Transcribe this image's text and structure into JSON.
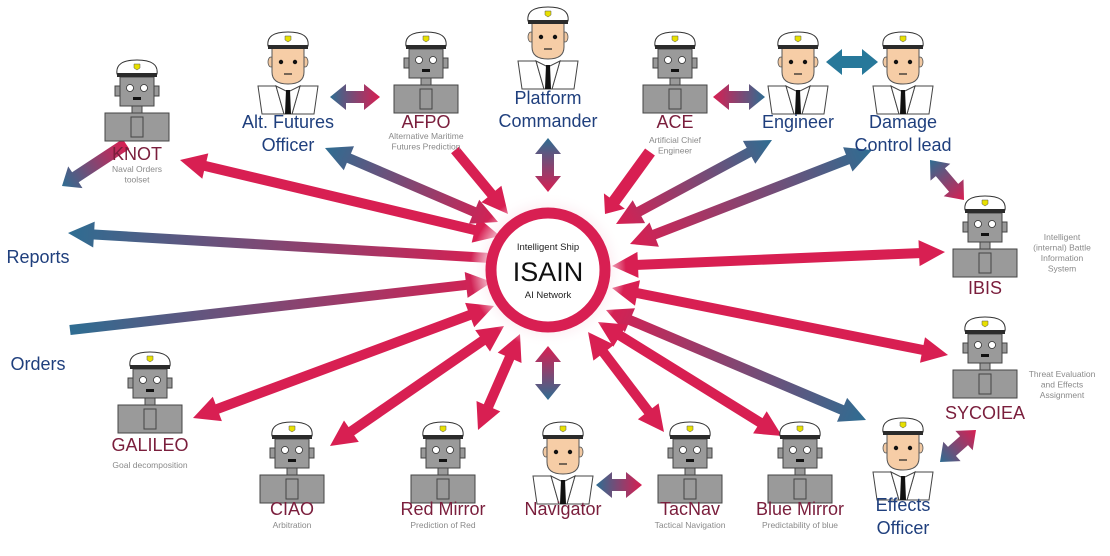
{
  "colors": {
    "crimson": "#d81f52",
    "blue": "#2e6d92",
    "teal": "#27789a",
    "robot_label": "#7a1e3c",
    "human_label": "#1f3f7d",
    "subtext": "#8a8a8a",
    "ring": "#d81f52"
  },
  "center": {
    "title_small": "Intelligent Ship",
    "title": "ISAIN",
    "subtitle": "AI Network"
  },
  "nodes": [
    {
      "id": "knot",
      "kind": "robot",
      "label": [
        "KNOT"
      ],
      "sub": [
        "Naval Orders",
        "toolset"
      ]
    },
    {
      "id": "altfut",
      "kind": "human",
      "label": [
        "Alt. Futures",
        "Officer"
      ],
      "sub": []
    },
    {
      "id": "afpo",
      "kind": "robot",
      "label": [
        "AFPO"
      ],
      "sub": [
        "Alternative Maritime",
        "Futures Prediction"
      ]
    },
    {
      "id": "commander",
      "kind": "human",
      "label": [
        "Platform",
        "Commander"
      ],
      "sub": []
    },
    {
      "id": "ace",
      "kind": "robot",
      "label": [
        "ACE"
      ],
      "sub": [
        "Artificial Chief",
        "Engineer"
      ]
    },
    {
      "id": "engineer",
      "kind": "human",
      "label": [
        "Engineer"
      ],
      "sub": []
    },
    {
      "id": "damage",
      "kind": "human",
      "label": [
        "Damage",
        "Control lead"
      ],
      "sub": []
    },
    {
      "id": "ibis",
      "kind": "robot",
      "label": [
        "IBIS"
      ],
      "sub": [
        "Intelligent",
        "(internal) Battle",
        "Information",
        "System"
      ]
    },
    {
      "id": "sycoiea",
      "kind": "robot",
      "label": [
        "SYCOIEA"
      ],
      "sub": [
        "Threat Evaluation",
        "and Effects",
        "Assignment"
      ]
    },
    {
      "id": "effects",
      "kind": "human",
      "label": [
        "Effects",
        "Officer"
      ],
      "sub": []
    },
    {
      "id": "bluemirror",
      "kind": "robot",
      "label": [
        "Blue Mirror"
      ],
      "sub": [
        "Predictability of blue"
      ]
    },
    {
      "id": "tacnav",
      "kind": "robot",
      "label": [
        "TacNav"
      ],
      "sub": [
        "Tactical Navigation"
      ]
    },
    {
      "id": "navigator",
      "kind": "human",
      "label": [
        "Navigator"
      ],
      "sub": [],
      "label_color": "robot"
    },
    {
      "id": "redmirror",
      "kind": "robot",
      "label": [
        "Red Mirror"
      ],
      "sub": [
        "Prediction of Red"
      ]
    },
    {
      "id": "ciao",
      "kind": "robot",
      "label": [
        "CIAO"
      ],
      "sub": [
        "Arbitration"
      ]
    },
    {
      "id": "galileo",
      "kind": "robot",
      "label": [
        "GALILEO"
      ],
      "sub": [
        "Goal decomposition"
      ]
    },
    {
      "id": "reports",
      "kind": "document",
      "label": [
        "Reports"
      ],
      "sub": []
    },
    {
      "id": "orders",
      "kind": "document",
      "label": [
        "Orders"
      ],
      "sub": []
    }
  ],
  "connections": [
    {
      "a": "isain",
      "b": "knot",
      "heads": "both",
      "color": [
        "crimson",
        "crimson"
      ]
    },
    {
      "a": "isain",
      "b": "altfut",
      "heads": "both",
      "color": [
        "crimson",
        "blue"
      ]
    },
    {
      "a": "afpo",
      "b": "isain",
      "heads": "end",
      "color": [
        "crimson",
        "crimson"
      ]
    },
    {
      "a": "commander",
      "b": "isain",
      "heads": "both",
      "color": [
        "blue",
        "crimson"
      ]
    },
    {
      "a": "ace",
      "b": "isain",
      "heads": "end",
      "color": [
        "crimson",
        "crimson"
      ]
    },
    {
      "a": "isain",
      "b": "engineer",
      "heads": "both",
      "color": [
        "crimson",
        "blue"
      ]
    },
    {
      "a": "isain",
      "b": "damage",
      "heads": "both",
      "color": [
        "crimson",
        "blue"
      ]
    },
    {
      "a": "isain",
      "b": "ibis",
      "heads": "both",
      "color": [
        "crimson",
        "crimson"
      ]
    },
    {
      "a": "isain",
      "b": "sycoiea",
      "heads": "both",
      "color": [
        "crimson",
        "crimson"
      ]
    },
    {
      "a": "isain",
      "b": "effects",
      "heads": "both",
      "color": [
        "crimson",
        "blue"
      ]
    },
    {
      "a": "isain",
      "b": "bluemirror",
      "heads": "both",
      "color": [
        "crimson",
        "crimson"
      ]
    },
    {
      "a": "isain",
      "b": "tacnav",
      "heads": "both",
      "color": [
        "crimson",
        "crimson"
      ]
    },
    {
      "a": "isain",
      "b": "navigator",
      "heads": "both",
      "color": [
        "crimson",
        "blue"
      ]
    },
    {
      "a": "isain",
      "b": "redmirror",
      "heads": "both",
      "color": [
        "crimson",
        "crimson"
      ]
    },
    {
      "a": "isain",
      "b": "ciao",
      "heads": "both",
      "color": [
        "crimson",
        "crimson"
      ]
    },
    {
      "a": "isain",
      "b": "galileo",
      "heads": "both",
      "color": [
        "crimson",
        "crimson"
      ]
    },
    {
      "a": "orders",
      "b": "isain",
      "heads": "end",
      "color": [
        "blue",
        "crimson"
      ]
    },
    {
      "a": "isain",
      "b": "reports",
      "heads": "end",
      "color": [
        "crimson",
        "blue"
      ]
    },
    {
      "a": "knot",
      "b": "reports",
      "heads": "end",
      "color": [
        "crimson",
        "blue"
      ]
    },
    {
      "a": "altfut",
      "b": "afpo",
      "heads": "both",
      "color": [
        "blue",
        "crimson"
      ]
    },
    {
      "a": "ace",
      "b": "engineer",
      "heads": "both",
      "color": [
        "crimson",
        "blue"
      ]
    },
    {
      "a": "engineer",
      "b": "damage",
      "heads": "both",
      "color": [
        "teal",
        "teal"
      ]
    },
    {
      "a": "damage",
      "b": "ibis",
      "heads": "both",
      "color": [
        "blue",
        "crimson"
      ]
    },
    {
      "a": "effects",
      "b": "sycoiea",
      "heads": "both",
      "color": [
        "blue",
        "crimson"
      ]
    },
    {
      "a": "navigator",
      "b": "tacnav",
      "heads": "both",
      "color": [
        "blue",
        "crimson"
      ]
    }
  ]
}
